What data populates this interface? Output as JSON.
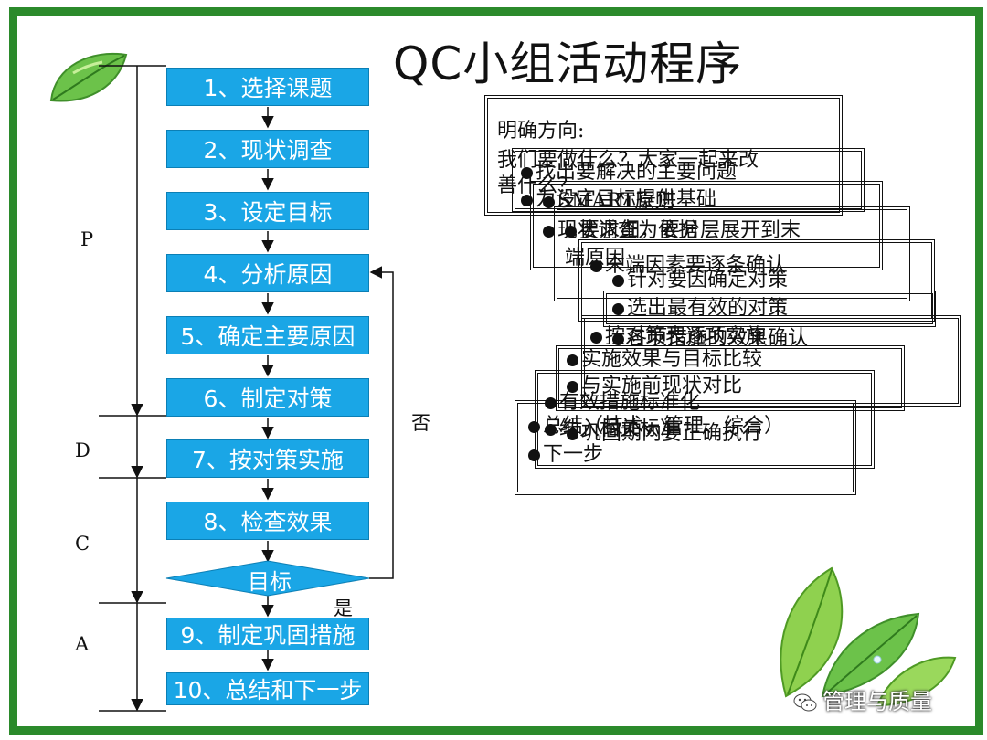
{
  "title": "QC小组活动程序",
  "steps": [
    "1、选择课题",
    "2、现状调查",
    "3、设定目标",
    "4、分析原因",
    "5、确定主要原因",
    "6、制定对策",
    "7、按对策实施",
    "8、检查效果",
    "9、制定巩固措施",
    "10、总结和下一步"
  ],
  "decision": "目标",
  "no_label": "否",
  "yes_label": "是",
  "phases": [
    "P",
    "D",
    "C",
    "A"
  ],
  "textboxes": {
    "b1": [
      "明确方向:",
      "我们要做什么？大家一起来改",
      "善什么？"
    ],
    "b2": [
      "找出要解决的主要问题",
      "为设定目标提供基础"
    ],
    "b3": [
      "SMART原则",
      "现状调查为依据"
    ],
    "b4": [
      "要求细，要分层展开到末",
      "端原因"
    ],
    "b5": [
      "末端因素要逐条确认",
      "针对要因确定对策"
    ],
    "b6": [
      "选出最有效的对策"
    ],
    "b7": [
      "按对策表逐项实施",
      "各项措施的效果确认"
    ],
    "b8": [
      "实施效果与目标比较",
      "与实施前现状对比"
    ],
    "b9": [
      "有效措施标准化",
      "纳入相关标准",
      "巩固期内要正确执行"
    ],
    "b10": [
      "总结（技术、管理、综合）",
      "下一步"
    ]
  },
  "watermark": "管理与质量",
  "colors": {
    "frame": "#2b8a2b",
    "step_fill": "#1aa6e6",
    "step_text": "#ffffff"
  },
  "icons": [
    "leaf-icon",
    "leaves-decoration",
    "wechat-icon"
  ]
}
